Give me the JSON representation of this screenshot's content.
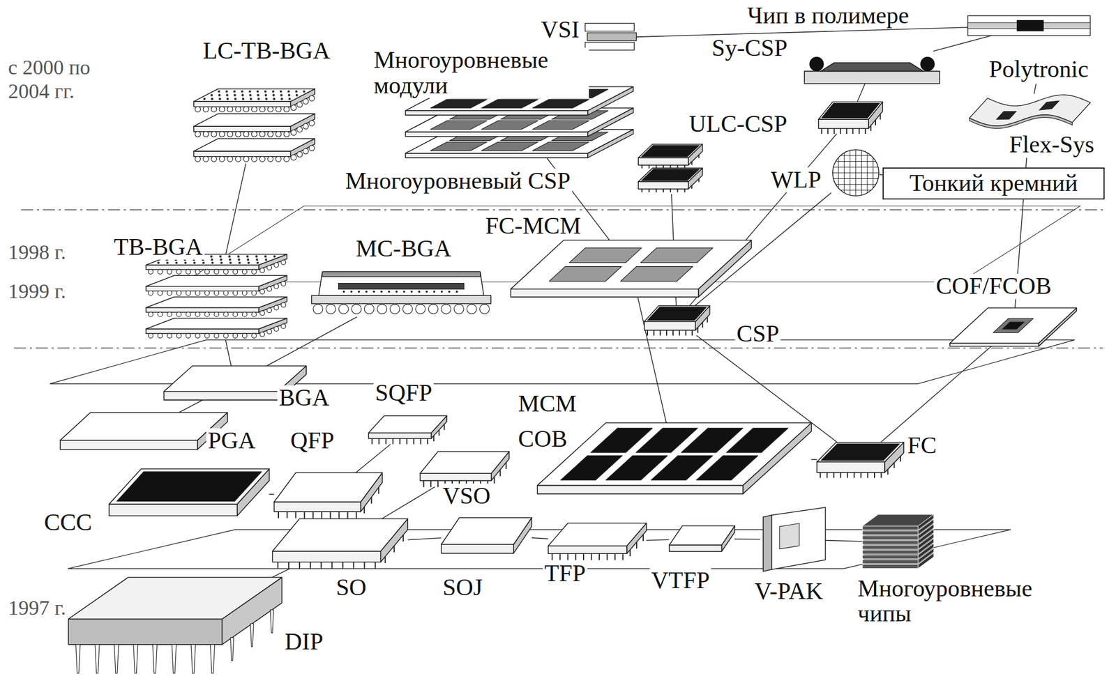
{
  "diagram": {
    "nodes": [
      {
        "text": [
          "VSI"
        ]
      },
      {
        "text": [
          "Чип в полимере"
        ]
      },
      {
        "text": [
          "LC-TB-BGA"
        ]
      },
      {
        "text": [
          "Многоуровневые модули"
        ]
      },
      {
        "text": [
          "Sy-CSP"
        ]
      },
      {
        "text": [
          "Polytronic"
        ]
      },
      {
        "text": [
          "ULC-CSP"
        ]
      },
      {
        "text": [
          "Flex-Sys"
        ]
      },
      {
        "text": [
          "Многоуровневый CSP"
        ]
      },
      {
        "text": [
          "WLP"
        ]
      },
      {
        "text": [
          "Тонкий кремний"
        ]
      },
      {
        "text": [
          "TB-BGA"
        ]
      },
      {
        "text": [
          "MC-BGA"
        ]
      },
      {
        "text": [
          "FC-MCM"
        ]
      },
      {
        "text": [
          "COF/FCOB"
        ]
      },
      {
        "text": [
          "CSP"
        ]
      },
      {
        "text": [
          "BGA"
        ]
      },
      {
        "text": [
          "SQFP"
        ]
      },
      {
        "text": [
          "MCM",
          "COB"
        ]
      },
      {
        "text": [
          "PGA"
        ]
      },
      {
        "text": [
          "QFP"
        ]
      },
      {
        "text": [
          "FC"
        ]
      },
      {
        "text": [
          "CCC"
        ]
      },
      {
        "text": [
          "VSO"
        ]
      },
      {
        "text": [
          "SO"
        ]
      },
      {
        "text": [
          "SOJ"
        ]
      },
      {
        "text": [
          "TFP"
        ]
      },
      {
        "text": [
          "VTFP"
        ]
      },
      {
        "text": [
          "V-PAK"
        ]
      },
      {
        "text": [
          "Многоуровневые чипы"
        ]
      },
      {
        "text": [
          "DIP"
        ]
      }
    ],
    "edges": [
      {
        "from": 30,
        "to": 24,
        "arrow": "none"
      },
      {
        "from": 24,
        "to": 25,
        "arrow": "none"
      },
      {
        "from": 25,
        "to": 26,
        "arrow": "none"
      },
      {
        "from": 26,
        "to": 27,
        "arrow": "none"
      },
      {
        "from": 27,
        "to": 28,
        "arrow": "none"
      },
      {
        "from": 28,
        "to": 29,
        "arrow": "none"
      },
      {
        "from": 24,
        "to": 23,
        "arrow": "none"
      },
      {
        "from": 22,
        "to": 20,
        "arrow": "none"
      },
      {
        "from": 20,
        "to": 17,
        "arrow": "none"
      },
      {
        "from": 19,
        "to": 16,
        "arrow": "none"
      },
      {
        "from": 16,
        "to": 11,
        "arrow": "none"
      },
      {
        "from": 11,
        "to": 2,
        "arrow": "none"
      },
      {
        "from": 16,
        "to": 12,
        "arrow": "none"
      },
      {
        "from": 18,
        "to": 13,
        "arrow": "none"
      },
      {
        "from": 13,
        "to": 3,
        "arrow": "none"
      },
      {
        "from": 18,
        "to": 21,
        "arrow": "none"
      },
      {
        "from": 21,
        "to": 15,
        "arrow": "none"
      },
      {
        "from": 21,
        "to": 14,
        "arrow": "none"
      },
      {
        "from": 15,
        "to": 8,
        "arrow": "none"
      },
      {
        "from": 15,
        "to": 9,
        "arrow": "none"
      },
      {
        "from": 15,
        "to": 6,
        "arrow": "none"
      },
      {
        "from": 9,
        "to": 10,
        "arrow": "none"
      },
      {
        "from": 14,
        "to": 7,
        "arrow": "none"
      },
      {
        "from": 7,
        "to": 5,
        "arrow": "none"
      },
      {
        "from": 4,
        "to": 1,
        "arrow": "none"
      },
      {
        "from": 0,
        "to": 1,
        "arrow": "none"
      },
      {
        "from": 6,
        "to": 4,
        "arrow": "none"
      }
    ],
    "labels": [
      "с 2000 по 2004 гг.",
      "1998 г.",
      "1999 г.",
      "1997 г."
    ]
  }
}
